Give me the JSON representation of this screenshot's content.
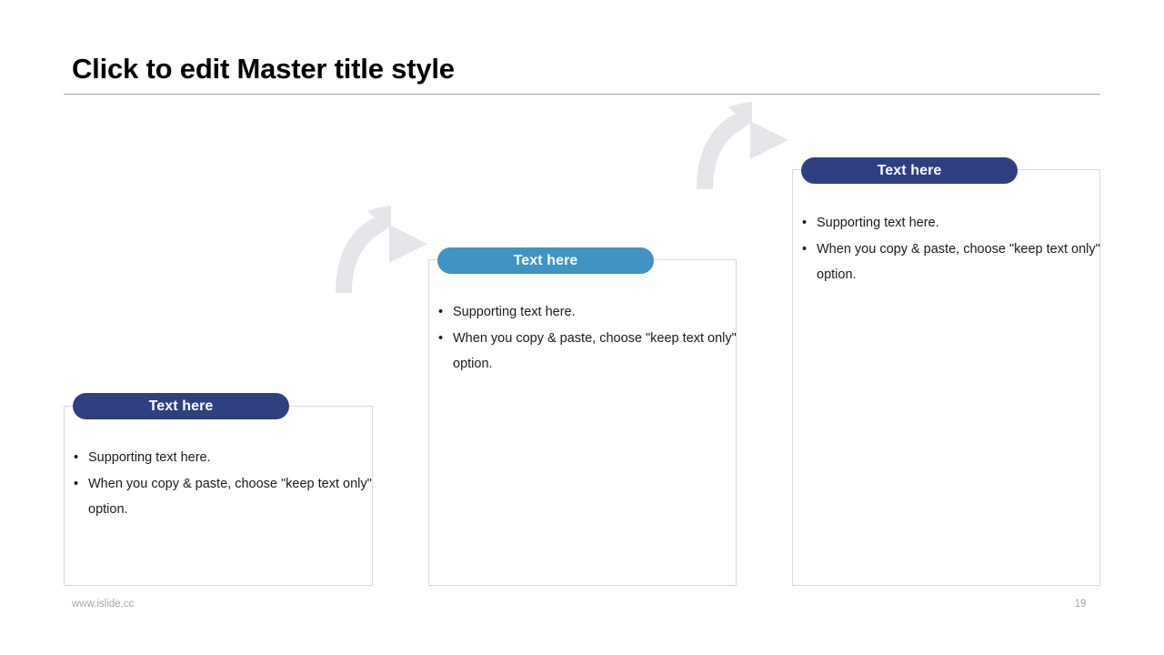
{
  "slide": {
    "title": "Click to edit Master title style",
    "colors": {
      "navy": "#2e4080",
      "blue": "#3f94c4",
      "arrow_gray": "#e4e6e9",
      "border_gray": "#d9d9d9",
      "rule_gray": "#a6a6a6",
      "footer_gray": "#a6a6a6",
      "body_text": "#1a1a1a",
      "background": "#ffffff"
    }
  },
  "cards": [
    {
      "header": "Text here",
      "accent": "#2e4080",
      "bullets": [
        "Supporting text here.",
        "When you copy & paste, choose \"keep text only\" option."
      ]
    },
    {
      "header": "Text here",
      "accent": "#3f94c4",
      "bullets": [
        "Supporting text here.",
        "When you copy & paste, choose \"keep text only\" option."
      ]
    },
    {
      "header": "Text here",
      "accent": "#2e4080",
      "bullets": [
        "Supporting text here.",
        "When you copy & paste, choose \"keep text only\" option."
      ]
    }
  ],
  "arrows": [
    {
      "name": "curved-arrow-step-1-to-2"
    },
    {
      "name": "curved-arrow-step-2-to-3"
    }
  ],
  "footer": {
    "url": "www.islide.cc",
    "page_number": "19"
  }
}
